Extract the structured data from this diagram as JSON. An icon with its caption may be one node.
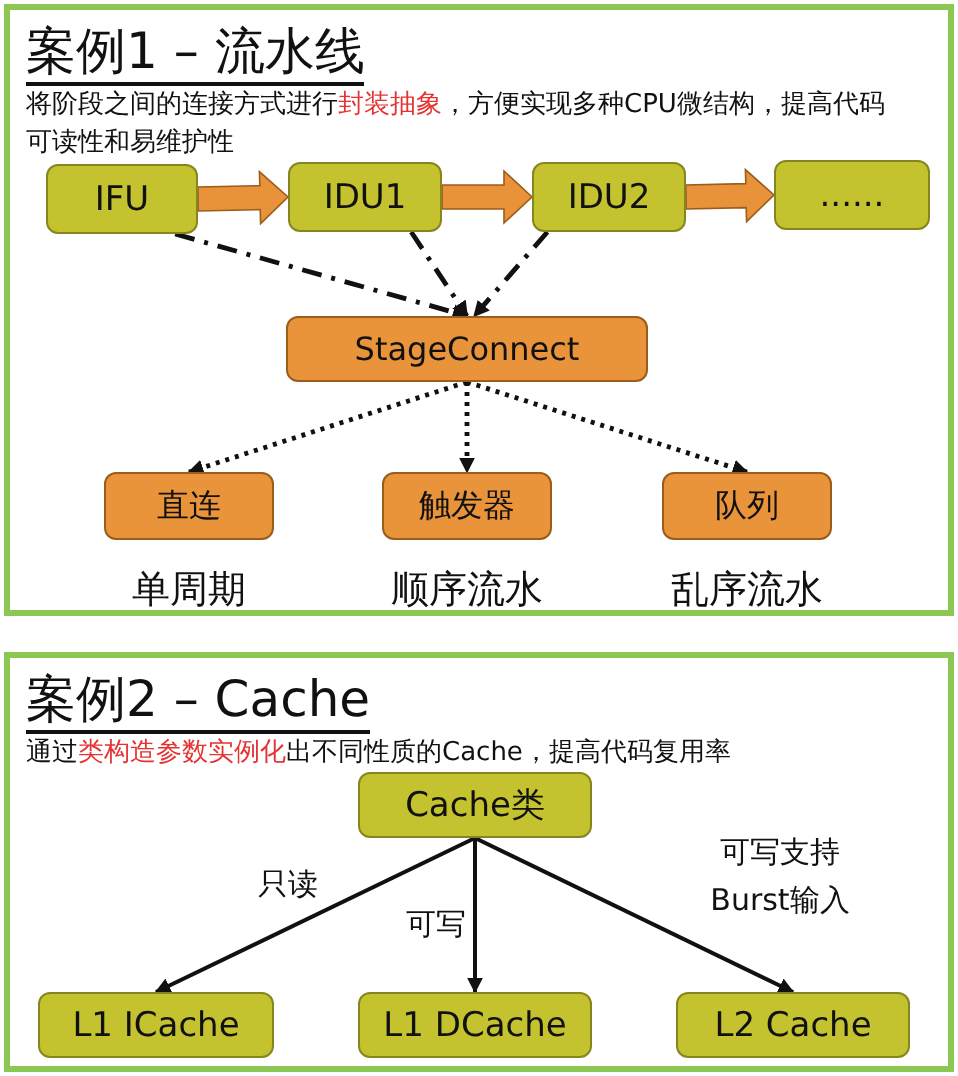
{
  "diagram": {
    "nodes": [
      {
        "text": [
          "案例1 – 流水线",
          "将阶段之间的连接方式进行**封装抽象**，方便实现多种CPU微结构，提高代码可读性和易维护性"
        ]
      },
      {
        "text": [
          "IFU"
        ],
        "in": 0
      },
      {
        "text": [
          "IDU1"
        ],
        "in": 0
      },
      {
        "text": [
          "IDU2"
        ],
        "in": 0
      },
      {
        "text": [
          "......"
        ],
        "in": 0
      },
      {
        "text": [
          "StageConnect"
        ],
        "in": 0
      },
      {
        "text": [
          "直连"
        ],
        "in": 0,
        "beside": [
          "单周期"
        ]
      },
      {
        "text": [
          "触发器"
        ],
        "in": 0,
        "beside": [
          "顺序流水"
        ]
      },
      {
        "text": [
          "队列"
        ],
        "in": 0,
        "beside": [
          "乱序流水"
        ]
      },
      {
        "text": [
          "案例2 – Cache",
          "通过**类构造参数实例化**出不同性质的Cache，提高代码复用率"
        ]
      },
      {
        "text": [
          "Cache类"
        ],
        "in": 9
      },
      {
        "text": [
          "L1 ICache"
        ],
        "in": 9
      },
      {
        "text": [
          "L1 DCache"
        ],
        "in": 9
      },
      {
        "text": [
          "L2 Cache"
        ],
        "in": 9
      }
    ],
    "edges": [
      {
        "from": 1,
        "to": 2,
        "arrow": "to",
        "style": "thick",
        "color": "#e8923a"
      },
      {
        "from": 2,
        "to": 3,
        "arrow": "to",
        "style": "thick",
        "color": "#e8923a"
      },
      {
        "from": 3,
        "to": 4,
        "arrow": "to",
        "style": "thick",
        "color": "#e8923a"
      },
      {
        "from": 1,
        "to": 5,
        "arrow": "to",
        "style": "dashed"
      },
      {
        "from": 2,
        "to": 5,
        "arrow": "to",
        "style": "dashed"
      },
      {
        "from": 3,
        "to": 5,
        "arrow": "to",
        "style": "dashed"
      },
      {
        "from": 5,
        "to": 6,
        "arrow": "to",
        "style": "dashed"
      },
      {
        "from": 5,
        "to": 7,
        "arrow": "to",
        "style": "dashed"
      },
      {
        "from": 5,
        "to": 8,
        "arrow": "to",
        "style": "dashed"
      },
      {
        "from": 10,
        "to": 11,
        "label": "只读",
        "arrow": "to"
      },
      {
        "from": 10,
        "to": 12,
        "label": "可写",
        "arrow": "to"
      },
      {
        "from": 10,
        "to": 13,
        "label": "可写支持Burst输入",
        "arrow": "to"
      }
    ]
  }
}
